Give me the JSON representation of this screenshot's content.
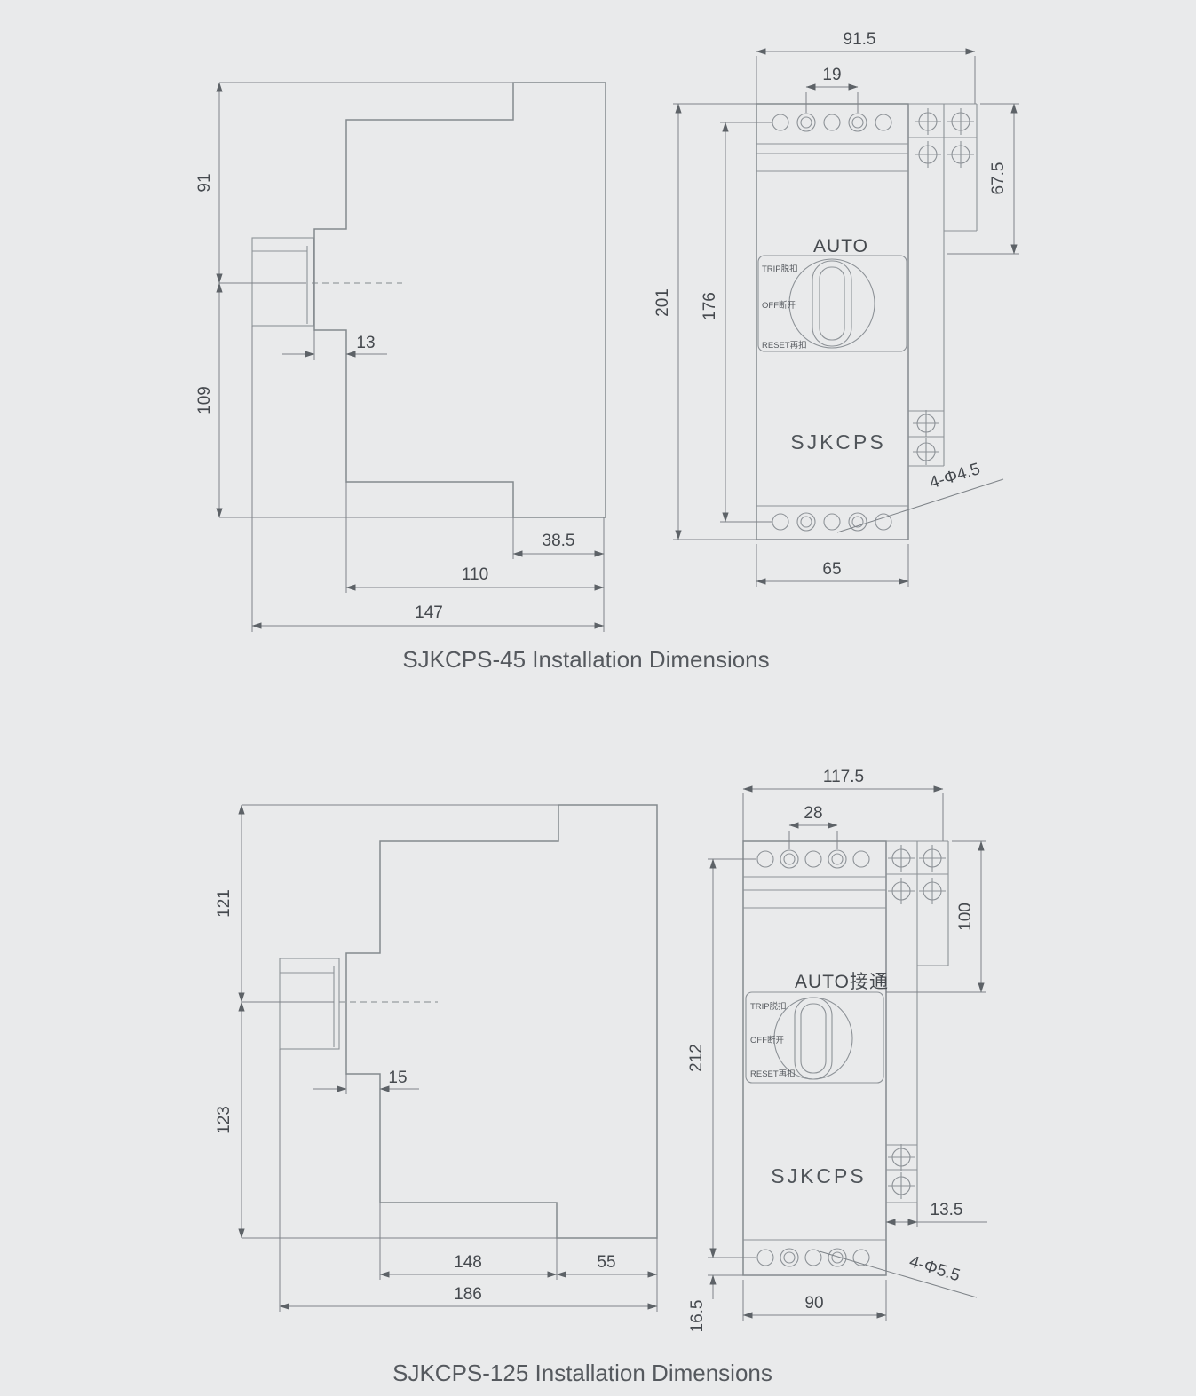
{
  "s45": {
    "caption": "SJKCPS-45 Installation Dimensions",
    "side": {
      "height_top": "91",
      "height_bottom": "109",
      "clip_step": "13",
      "width_step": "38.5",
      "width_mid": "110",
      "width_total": "147"
    },
    "front": {
      "width_total": "91.5",
      "hole_pitch": "19",
      "bracket_height": "67.5",
      "height_total": "201",
      "terminal_span": "176",
      "body_width": "65",
      "mount_holes": "4-Φ4.5",
      "auto_label": "AUTO",
      "trip_label": "TRIP脱扣",
      "off_label": "OFF断开",
      "reset_label": "RESET再扣",
      "brand": "SJKCPS"
    }
  },
  "s125": {
    "caption": "SJKCPS-125 Installation Dimensions",
    "side": {
      "height_top": "121",
      "height_bottom": "123",
      "clip_step": "15",
      "width_mid": "148",
      "width_step": "55",
      "width_total": "186"
    },
    "front": {
      "width_total": "117.5",
      "hole_pitch": "28",
      "bracket_height": "100",
      "terminal_span": "212",
      "bracket_offset": "13.5",
      "mount_holes": "4-Φ5.5",
      "body_width": "90",
      "foot_height": "16.5",
      "auto_label": "AUTO接通",
      "trip_label": "TRIP脱扣",
      "off_label": "OFF断开",
      "reset_label": "RESET再扣",
      "brand": "SJKCPS"
    }
  }
}
